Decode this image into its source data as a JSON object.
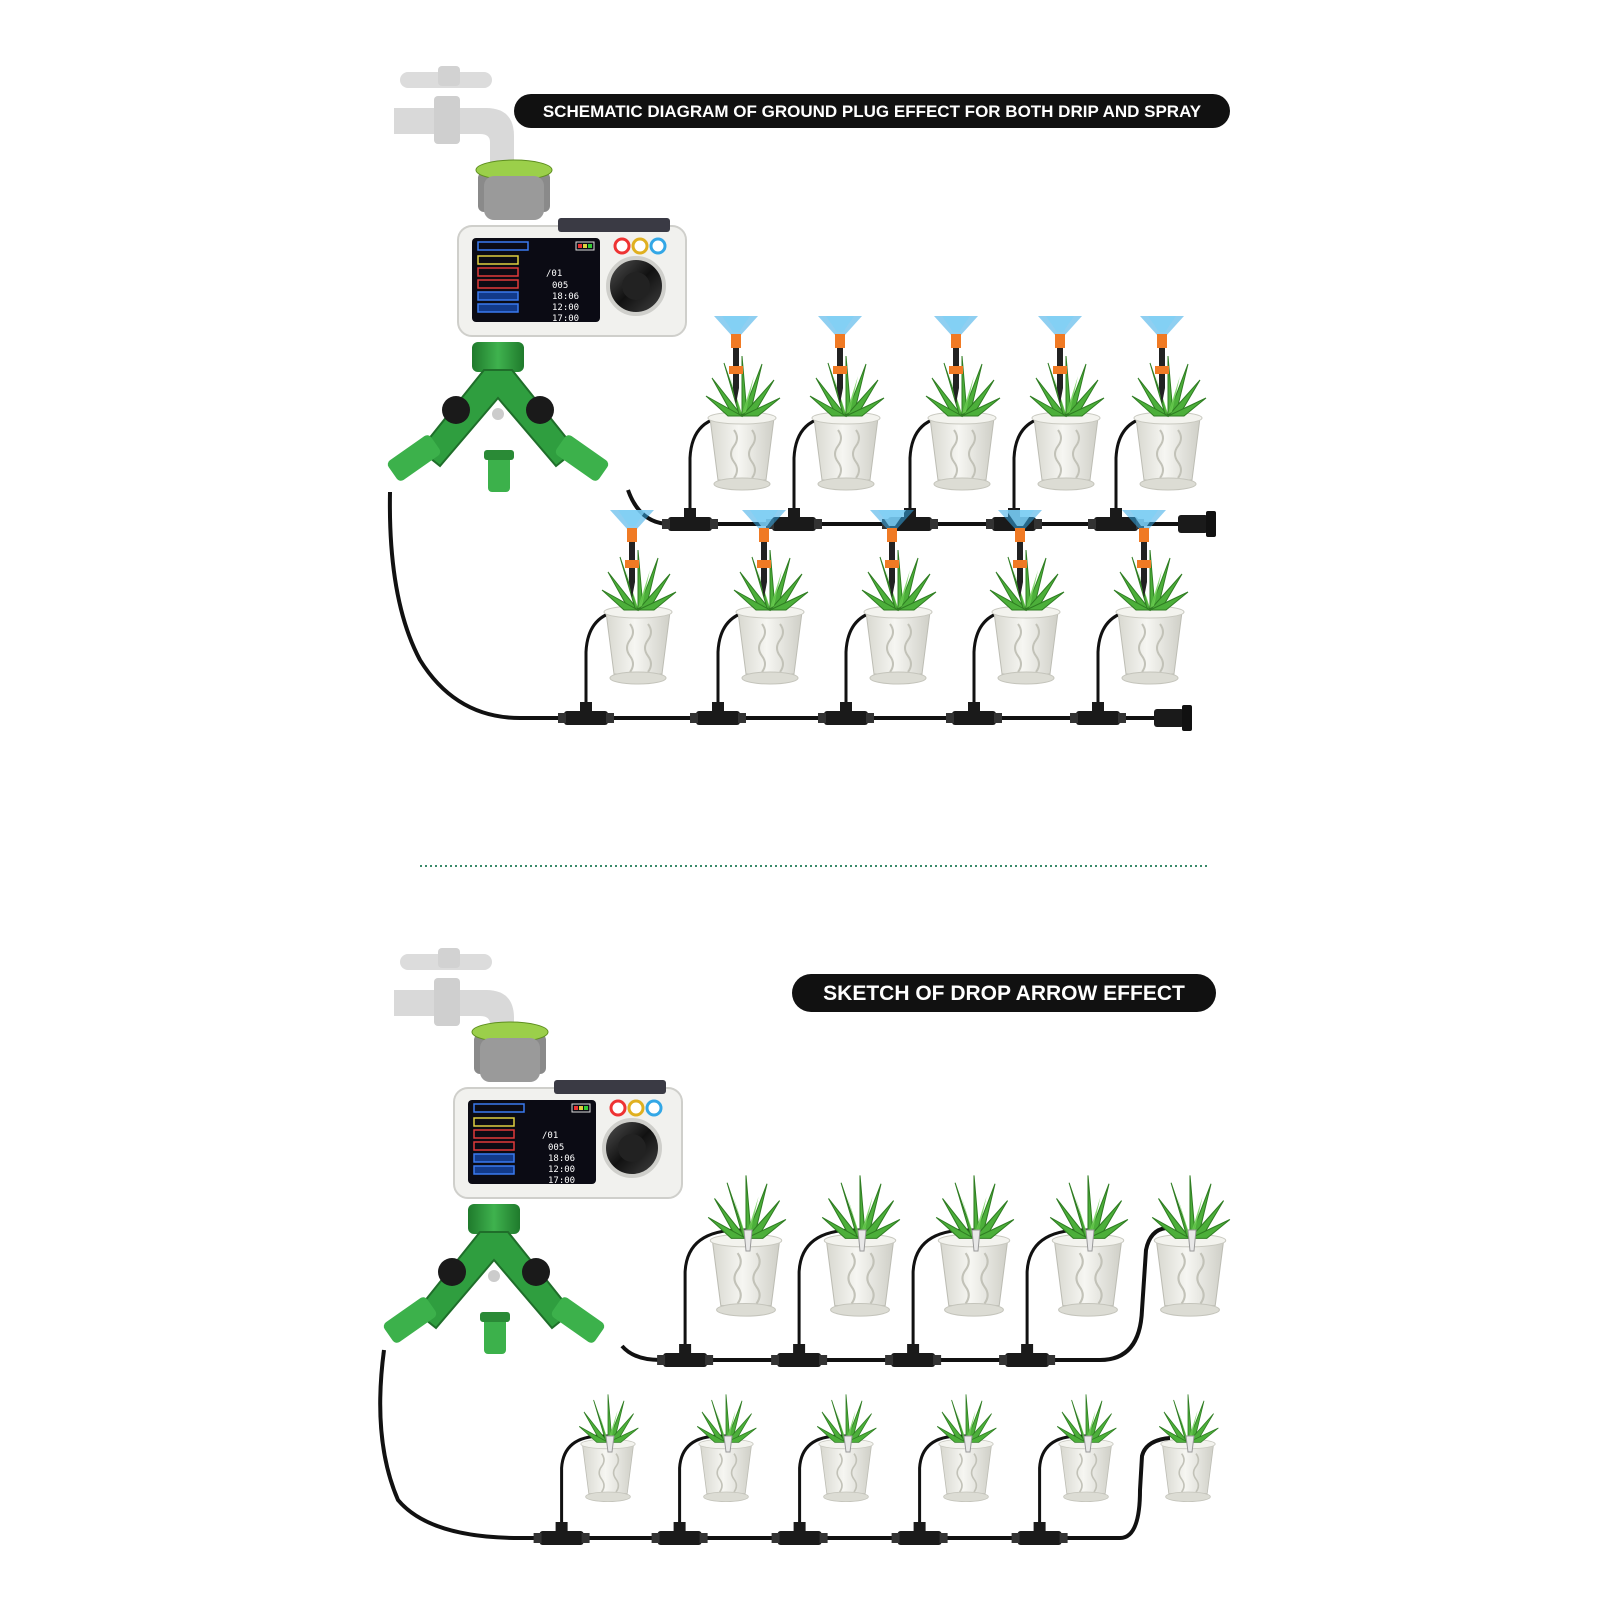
{
  "titles": {
    "top": "SCHEMATIC DIAGRAM OF GROUND PLUG EFFECT FOR BOTH DRIP AND SPRAY",
    "bottom": "SKETCH OF DROP ARROW EFFECT"
  },
  "timer_display": {
    "date": "/01",
    "count": "005",
    "times": [
      "18:06",
      "12:00",
      "17:00"
    ]
  },
  "colors": {
    "hose": "#111111",
    "fitting_green": "#2f9e3f",
    "fitting_dark": "#1f6e2a",
    "pot": "#ecece6",
    "plant": "#4caf3a",
    "spray_mist": "#33a7e6",
    "nozzle_orange": "#f07a24",
    "faucet_gray": "#d9d9d9",
    "divider": "#3a8a6a"
  },
  "diagrams": [
    {
      "name": "ground-plug-drip-and-spray",
      "rows": [
        5,
        5
      ],
      "emitter": "spray-stake"
    },
    {
      "name": "drop-arrow",
      "rows": [
        5,
        6
      ],
      "emitter": "drip-arrow"
    }
  ]
}
